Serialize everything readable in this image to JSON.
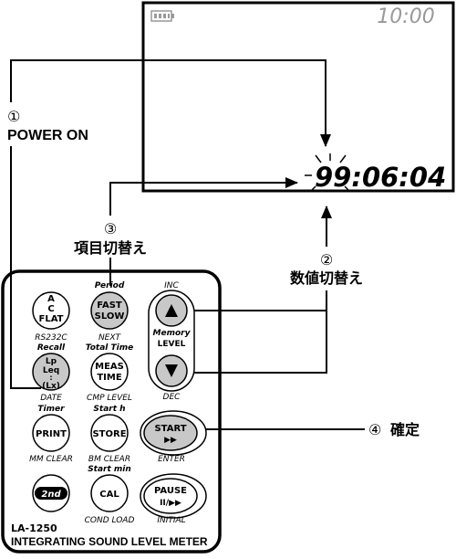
{
  "colors": {
    "ink": "#000000",
    "paper": "#ffffff",
    "button_fill": "#c8c8c8"
  },
  "display": {
    "battery_icon": "battery-full-icon",
    "time": "10:00",
    "value": "99:06:04"
  },
  "steps": {
    "step1_num": "①",
    "step1_label": "POWER ON",
    "step2_num": "②",
    "step2_label": "数値切替え",
    "step3_num": "③",
    "step3_label": "項目切替え",
    "step4_num": "④",
    "step4_label": "確定"
  },
  "meter": {
    "row1": {
      "b1": {
        "label1": "A",
        "label2": "C",
        "label3": "FLAT",
        "caption": "RS232C"
      },
      "b2": {
        "top": "Period",
        "label1": "FAST",
        "label2": "SLOW",
        "caption": "NEXT"
      },
      "inc_label": "INC"
    },
    "row2": {
      "b1": {
        "top": "Recall",
        "label1": "Lp",
        "label2": "Leq",
        "label3": ":",
        "label4": "(Lx)",
        "caption": "DATE"
      },
      "b2": {
        "top": "Total Time",
        "label1": "MEAS",
        "label2": "TIME",
        "caption": "CMP LEVEL"
      },
      "memory_label1": "Memory",
      "memory_label2": "LEVEL",
      "dec_label": "DEC"
    },
    "row3": {
      "b1": {
        "top": "Timer",
        "label": "PRINT",
        "caption": "MM CLEAR"
      },
      "b2": {
        "top": "Start h",
        "label": "STORE",
        "caption": "BM CLEAR"
      },
      "b3": {
        "label1": "START",
        "label2": "▶▶",
        "caption": "ENTER"
      }
    },
    "row4": {
      "b1": {
        "label": "2nd"
      },
      "b2": {
        "top": "Start min",
        "label": "CAL",
        "caption": "COND LOAD"
      },
      "b3": {
        "label1": "PAUSE",
        "label2": "II/▶▶",
        "caption": "INITIAL"
      }
    },
    "model": "LA-1250",
    "name": "INTEGRATING SOUND LEVEL METER"
  }
}
